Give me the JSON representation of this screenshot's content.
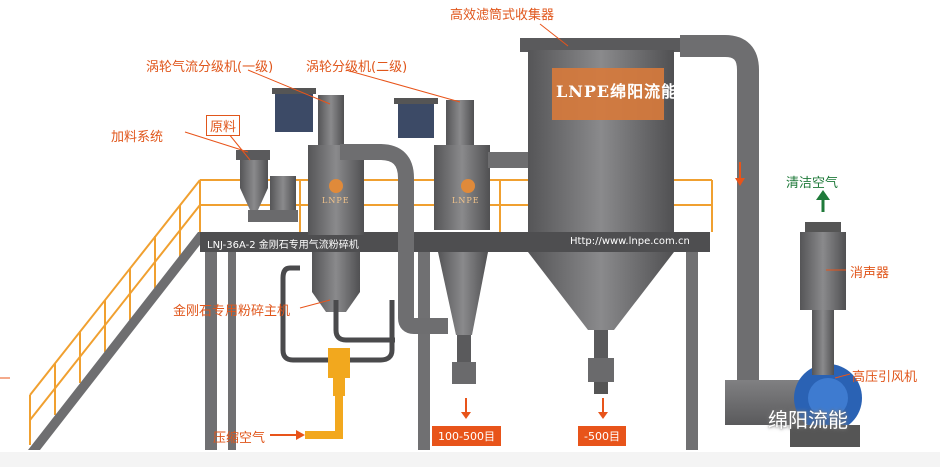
{
  "labels": {
    "collector": "高效滤筒式收集器",
    "classifier1": "涡轮气流分级机(一级)",
    "classifier2": "涡轮分级机(二级)",
    "feeding": "加料系统",
    "raw": "原料",
    "main_mill": "金刚石专用粉碎主机",
    "compressed_air": "压缩空气",
    "clean_air": "清洁空气",
    "silencer": "消声器",
    "fan": "高压引风机"
  },
  "outputs": {
    "coarse": "100-500目",
    "fine": "-500目"
  },
  "deck": {
    "model": "LNJ-36A-2 金刚石专用气流粉碎机",
    "url": "Http://www.lnpe.com.cn"
  },
  "branding": {
    "logo": "LNPE",
    "collector_logo": "LNPE绵阳流能",
    "watermark": "绵阳流能"
  },
  "colors": {
    "machine": "#6e6e70",
    "collector_panel": "#d67a3c",
    "rail": "#f0a030",
    "accent": "#e8541a",
    "compressed_air_pipe": "#f2a81e",
    "clean_air_arrow": "#1f7a3a"
  }
}
